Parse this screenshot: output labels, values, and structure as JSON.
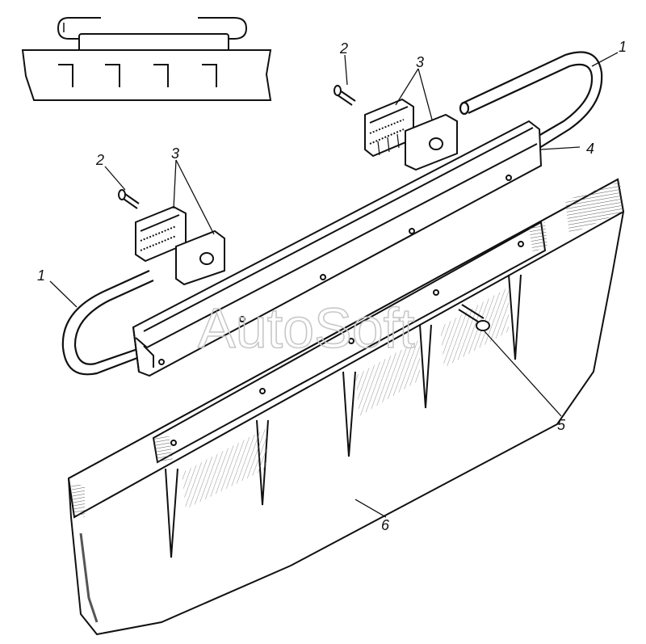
{
  "watermark": "AutoSoft",
  "callouts": [
    {
      "id": "1a",
      "text": "1"
    },
    {
      "id": "1b",
      "text": "1"
    },
    {
      "id": "2a",
      "text": "2"
    },
    {
      "id": "2b",
      "text": "2"
    },
    {
      "id": "3a",
      "text": "3"
    },
    {
      "id": "3b",
      "text": "3"
    },
    {
      "id": "4",
      "text": "4"
    },
    {
      "id": "5",
      "text": "5"
    },
    {
      "id": "6",
      "text": "6"
    }
  ]
}
